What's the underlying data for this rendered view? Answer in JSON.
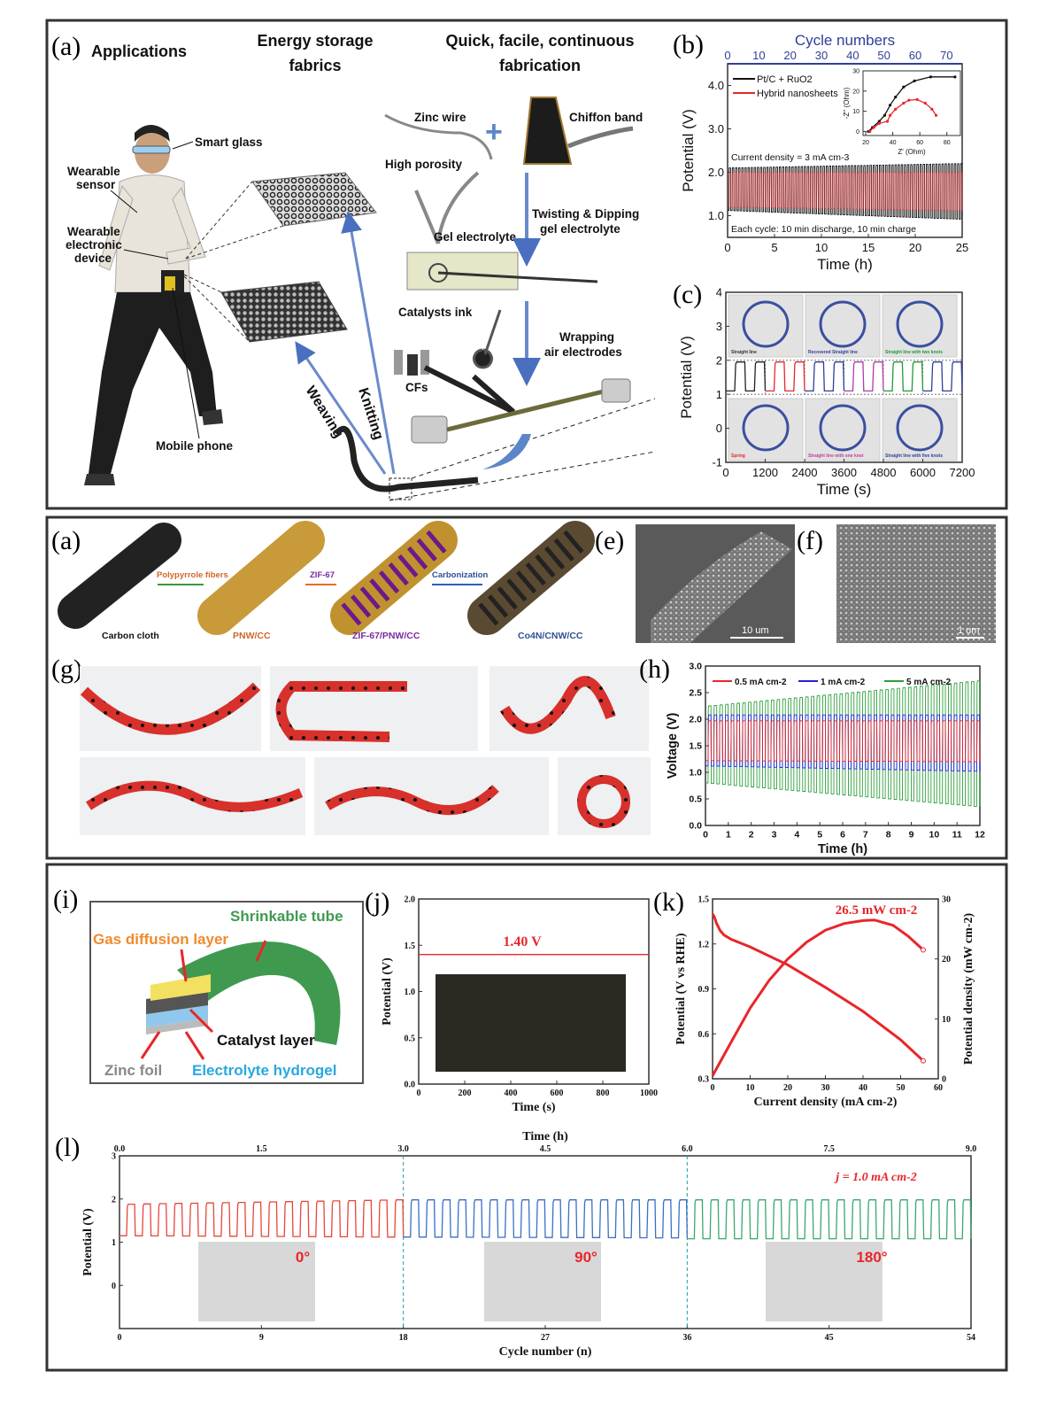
{
  "panel_top": {
    "label_a": "(a)",
    "heading_applications": "Applications",
    "heading_energy_1": "Energy storage",
    "heading_energy_2": "fabrics",
    "heading_fab_1": "Quick, facile, continuous",
    "heading_fab_2": "fabrication",
    "smart_glass": "Smart glass",
    "wearable_sensor_1": "Wearable",
    "wearable_sensor_2": "sensor",
    "wearable_device_1": "Wearable",
    "wearable_device_2": "electronic",
    "wearable_device_3": "device",
    "mobile_phone": "Mobile phone",
    "knitting": "Knitting",
    "weaving": "Weaving",
    "zinc_wire": "Zinc wire",
    "chiffon_band": "Chiffon band",
    "high_porosity": "High porosity",
    "gel_electrolyte": "Gel electrolyte",
    "twisting_1": "Twisting & Dipping",
    "twisting_2": "gel electrolyte",
    "catalysts_ink": "Catalysts ink",
    "wrapping_1": "Wrapping",
    "wrapping_2": "air electrodes",
    "cfs": "CFs",
    "label_b": "(b)",
    "label_c": "(c)",
    "photo_captions": [
      "Straight line",
      "Recovered Straight line",
      "Straight line with two knots",
      "Spring",
      "Straight line with one knot",
      "Straight line with five knots"
    ]
  },
  "panel_middle": {
    "label_a": "(a)",
    "carbon_cloth": "Carbon cloth",
    "polypyrrole_fibers": "Polypyrrole fibers",
    "pnw_cc": "PNW/CC",
    "zif67": "ZIF-67",
    "zif67_pnw_cc": "ZIF-67/PNW/CC",
    "carbonization": "Carbonization",
    "co4n_cnw_cc": "Co4N/CNW/CC",
    "label_e": "(e)",
    "scale_e": "10 um",
    "label_f": "(f)",
    "scale_f": "1 um",
    "label_g": "(g)",
    "label_h": "(h)"
  },
  "panel_bottom": {
    "label_i": "(i)",
    "shrinkable_tube": "Shrinkable tube",
    "gas_diffusion_layer": "Gas diffusion layer",
    "catalyst_layer": "Catalyst layer",
    "zinc_foil": "Zinc foil",
    "electrolyte_hydrogel": "Electrolyte hydrogel",
    "label_j": "(j)",
    "label_k": "(k)",
    "label_l": "(l)"
  },
  "colors": {
    "red": "#e8262b",
    "blue": "#2f5fb5",
    "green": "#2e9e4a",
    "tube_green": "#3f9a4f",
    "orange": "#f08a2c",
    "cyan": "#29a8e0"
  },
  "chart_data": [
    {
      "id": "b",
      "type": "line",
      "xlabel": "Time (h)",
      "ylabel": "Potential (V)",
      "xlim": [
        0,
        25
      ],
      "ylim": [
        0.5,
        4.5
      ],
      "xticks": [
        "0",
        "5",
        "10",
        "15",
        "20",
        "25"
      ],
      "xtick_values": [
        0,
        5,
        10,
        15,
        20,
        25
      ],
      "yticks": [
        "1.0",
        "2.0",
        "3.0",
        "4.0"
      ],
      "ytick_values": [
        1,
        2,
        3,
        4
      ],
      "top_axis": {
        "label": "Cycle numbers",
        "lim": [
          0,
          75
        ],
        "ticks": [
          "0",
          "10",
          "20",
          "30",
          "40",
          "50",
          "60",
          "70"
        ],
        "tick_values": [
          0,
          10,
          20,
          30,
          40,
          50,
          60,
          70
        ]
      },
      "annotations": [
        "Current density = 3 mA cm-3",
        "Each cycle: 10 min discharge, 10 min charge"
      ],
      "series": [
        {
          "name": "Pt/C + RuO2",
          "color": "#111111",
          "kind": "cyclic",
          "x_start": 0,
          "x_end": 25,
          "cycles": 75,
          "high": [
            2.1,
            2.2
          ],
          "low": [
            1.12,
            0.92
          ]
        },
        {
          "name": "Hybrid nanosheets",
          "color": "#e8262b",
          "kind": "cyclic",
          "x_start": 0,
          "x_end": 25,
          "cycles": 75,
          "high": [
            2.0,
            2.0
          ],
          "low": [
            1.2,
            1.12
          ]
        }
      ]
    },
    {
      "id": "b-inset",
      "type": "scatter",
      "xlabel": "Z' (Ohm)",
      "ylabel": "-Z'' (Ohm)",
      "xlim": [
        18,
        90
      ],
      "ylim": [
        -2,
        30
      ],
      "xticks": [
        "20",
        "40",
        "60",
        "80"
      ],
      "xtick_values": [
        20,
        40,
        60,
        80
      ],
      "yticks": [
        "0",
        "10",
        "20",
        "30"
      ],
      "ytick_values": [
        0,
        10,
        20,
        30
      ],
      "series": [
        {
          "name": "Pt/C + RuO2",
          "color": "#111111",
          "kind": "points",
          "x": [
            22,
            25,
            30,
            34,
            38,
            42,
            48,
            56,
            68,
            86
          ],
          "y": [
            0,
            2,
            5,
            8,
            13,
            17,
            22,
            25,
            27,
            27
          ]
        },
        {
          "name": "Hybrid nanosheets",
          "color": "#e8262b",
          "kind": "points",
          "x": [
            23,
            26,
            30,
            36,
            38,
            42,
            48,
            52,
            58,
            64,
            69,
            72
          ],
          "y": [
            0,
            2,
            4,
            5,
            8,
            11,
            14,
            15.5,
            15.8,
            14,
            11,
            8
          ]
        }
      ]
    },
    {
      "id": "c",
      "type": "line",
      "xlabel": "Time (s)",
      "ylabel": "Potential (V)",
      "xlim": [
        0,
        7200
      ],
      "ylim": [
        -1,
        4
      ],
      "xticks": [
        "0",
        "1200",
        "2400",
        "3600",
        "4800",
        "6000",
        "7200"
      ],
      "xtick_values": [
        0,
        1200,
        2400,
        3600,
        4800,
        6000,
        7200
      ],
      "yticks": [
        "-1",
        "0",
        "1",
        "2",
        "3",
        "4"
      ],
      "ytick_values": [
        -1,
        0,
        1,
        2,
        3,
        4
      ],
      "series": [
        {
          "name": "Straight line",
          "color": "#222222",
          "kind": "cyclic",
          "x_start": 0,
          "x_end": 1200,
          "cycles": 2,
          "high": [
            1.95,
            1.95
          ],
          "low": [
            1.1,
            1.1
          ]
        },
        {
          "name": "Spring",
          "color": "#e8262b",
          "kind": "cyclic",
          "x_start": 1200,
          "x_end": 2400,
          "cycles": 2,
          "high": [
            1.95,
            1.95
          ],
          "low": [
            1.1,
            1.1
          ]
        },
        {
          "name": "Recovered Straight line",
          "color": "#2f3f9a",
          "kind": "cyclic",
          "x_start": 2400,
          "x_end": 3600,
          "cycles": 2,
          "high": [
            1.95,
            1.95
          ],
          "low": [
            1.1,
            1.1
          ]
        },
        {
          "name": "Straight line with one knot",
          "color": "#b23aa6",
          "kind": "cyclic",
          "x_start": 3600,
          "x_end": 4800,
          "cycles": 2,
          "high": [
            1.95,
            1.95
          ],
          "low": [
            1.1,
            1.1
          ]
        },
        {
          "name": "Straight line with two knots",
          "color": "#1f9a3a",
          "kind": "cyclic",
          "x_start": 4800,
          "x_end": 6000,
          "cycles": 2,
          "high": [
            1.95,
            1.95
          ],
          "low": [
            1.1,
            1.1
          ]
        },
        {
          "name": "Straight line with five knots",
          "color": "#2f3f9a",
          "kind": "cyclic",
          "x_start": 6000,
          "x_end": 7200,
          "cycles": 2,
          "high": [
            1.95,
            1.95
          ],
          "low": [
            1.1,
            1.1
          ]
        }
      ]
    },
    {
      "id": "h",
      "type": "line",
      "xlabel": "Time (h)",
      "ylabel": "Voltage (V)",
      "xlim": [
        0,
        12
      ],
      "ylim": [
        0,
        3
      ],
      "xticks": [
        "0",
        "1",
        "2",
        "3",
        "4",
        "5",
        "6",
        "7",
        "8",
        "9",
        "10",
        "11",
        "12"
      ],
      "xtick_values": [
        0,
        1,
        2,
        3,
        4,
        5,
        6,
        7,
        8,
        9,
        10,
        11,
        12
      ],
      "yticks": [
        "0.0",
        "0.5",
        "1.0",
        "1.5",
        "2.0",
        "2.5",
        "3.0"
      ],
      "ytick_values": [
        0,
        0.5,
        1,
        1.5,
        2,
        2.5,
        3
      ],
      "series": [
        {
          "name": "5  mA cm-2",
          "color": "#2e9e3a",
          "kind": "cyclic",
          "x_start": 0,
          "x_end": 12,
          "cycles": 48,
          "high": [
            2.25,
            2.72
          ],
          "low": [
            0.8,
            0.36
          ]
        },
        {
          "name": "1 mA cm-2",
          "color": "#2222dd",
          "kind": "cyclic",
          "x_start": 0,
          "x_end": 12,
          "cycles": 48,
          "high": [
            2.08,
            2.08
          ],
          "low": [
            1.12,
            1.02
          ]
        },
        {
          "name": "0.5 mA cm-2",
          "color": "#e8262b",
          "kind": "cyclic",
          "x_start": 0,
          "x_end": 12,
          "cycles": 48,
          "high": [
            1.97,
            1.97
          ],
          "low": [
            1.22,
            1.2
          ]
        }
      ],
      "legend_order": [
        "0.5 mA cm-2",
        "1 mA cm-2",
        "5  mA cm-2"
      ]
    },
    {
      "id": "j",
      "type": "line",
      "xlabel": "Time (s)",
      "ylabel": "Potential (V)",
      "xlim": [
        0,
        1000
      ],
      "ylim": [
        0,
        2
      ],
      "xticks": [
        "0",
        "200",
        "400",
        "600",
        "800",
        "1000"
      ],
      "xtick_values": [
        0,
        200,
        400,
        600,
        800,
        1000
      ],
      "yticks": [
        "0.0",
        "0.5",
        "1.0",
        "1.5",
        "2.0"
      ],
      "ytick_values": [
        0,
        0.5,
        1,
        1.5,
        2
      ],
      "annotations": [
        "1.40 V"
      ],
      "series": [
        {
          "name": "Potential",
          "color": "#e8262b",
          "kind": "points",
          "x": [
            0,
            1000
          ],
          "y": [
            1.4,
            1.4
          ]
        }
      ]
    },
    {
      "id": "k",
      "type": "line",
      "xlabel": "Current density (mA cm-2)",
      "ylabel": "Potential (V vs RHE)",
      "ylabel_right": "Potential density (mW cm-2)",
      "xlim": [
        0,
        60
      ],
      "ylim": [
        0.3,
        1.5
      ],
      "ylim_right": [
        0,
        30
      ],
      "xticks": [
        "0",
        "10",
        "20",
        "30",
        "40",
        "50",
        "60"
      ],
      "xtick_values": [
        0,
        10,
        20,
        30,
        40,
        50,
        60
      ],
      "yticks": [
        "0.3",
        "0.6",
        "0.9",
        "1.2",
        "1.5"
      ],
      "ytick_values": [
        0.3,
        0.6,
        0.9,
        1.2,
        1.5
      ],
      "yticks_right": [
        "0",
        "10",
        "20",
        "30"
      ],
      "ytick_right_values": [
        0,
        10,
        20,
        30
      ],
      "annotations": [
        "26.5 mW cm-2"
      ],
      "series": [
        {
          "name": "Polarization",
          "color": "#e8262b",
          "kind": "points",
          "axis": "left",
          "x": [
            0,
            0.5,
            1,
            2,
            3,
            5,
            10,
            20,
            30,
            40,
            50,
            56
          ],
          "y": [
            1.4,
            1.38,
            1.34,
            1.29,
            1.26,
            1.23,
            1.18,
            1.06,
            0.91,
            0.75,
            0.56,
            0.42
          ]
        },
        {
          "name": "Power density",
          "color": "#e8262b",
          "kind": "points",
          "axis": "right",
          "x": [
            0,
            5,
            10,
            15,
            20,
            25,
            30,
            35,
            40,
            43,
            48,
            52,
            56
          ],
          "y": [
            0.5,
            6.2,
            11.8,
            16.4,
            20.0,
            22.8,
            24.8,
            25.9,
            26.4,
            26.5,
            25.6,
            23.8,
            21.5
          ]
        }
      ]
    },
    {
      "id": "l",
      "type": "line",
      "xlabel": "Cycle number (n)",
      "ylabel": "Potential (V)",
      "xlim": [
        0,
        54
      ],
      "ylim": [
        -1,
        3
      ],
      "xticks": [
        "0",
        "9",
        "18",
        "27",
        "36",
        "45",
        "54"
      ],
      "xtick_values": [
        0,
        9,
        18,
        27,
        36,
        45,
        54
      ],
      "yticks": [
        "0",
        "1",
        "2",
        "3"
      ],
      "ytick_values": [
        0,
        1,
        2,
        3
      ],
      "top_axis": {
        "label": "Time (h)",
        "lim": [
          0,
          9
        ],
        "ticks": [
          "0.0",
          "1.5",
          "3.0",
          "4.5",
          "6.0",
          "7.5",
          "9.0"
        ],
        "tick_values": [
          0,
          1.5,
          3,
          4.5,
          6,
          7.5,
          9
        ]
      },
      "annotations": [
        "j = 1.0 mA cm-2",
        "0°",
        "90°",
        "180°"
      ],
      "dividers": [
        18,
        36
      ],
      "series": [
        {
          "name": "0°",
          "color": "#e8453c",
          "kind": "cyclic",
          "x_start": 0,
          "x_end": 18,
          "cycles": 18,
          "high": [
            1.88,
            1.98
          ],
          "low": [
            1.15,
            1.12
          ]
        },
        {
          "name": "90°",
          "color": "#3a6fc4",
          "kind": "cyclic",
          "x_start": 18,
          "x_end": 36,
          "cycles": 18,
          "high": [
            1.98,
            1.98
          ],
          "low": [
            1.12,
            1.1
          ]
        },
        {
          "name": "180°",
          "color": "#3aa86a",
          "kind": "cyclic",
          "x_start": 36,
          "x_end": 54,
          "cycles": 18,
          "high": [
            1.98,
            1.98
          ],
          "low": [
            1.08,
            1.08
          ]
        }
      ]
    }
  ]
}
